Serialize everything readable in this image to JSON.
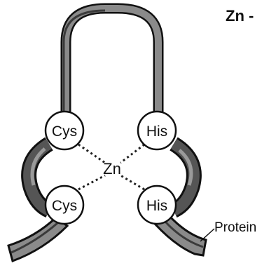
{
  "diagram": {
    "title": "Zn -",
    "center_label": "Zn",
    "residues": {
      "top_left": "Cys",
      "top_right": "His",
      "bottom_left": "Cys",
      "bottom_right": "His"
    },
    "protein_label": "Protein"
  },
  "colors": {
    "ribbon_dark": "#3a3a3a",
    "ribbon_light": "#9a9a9a",
    "outline": "#111111",
    "circle_fill": "#ffffff",
    "bond": "#222222"
  }
}
